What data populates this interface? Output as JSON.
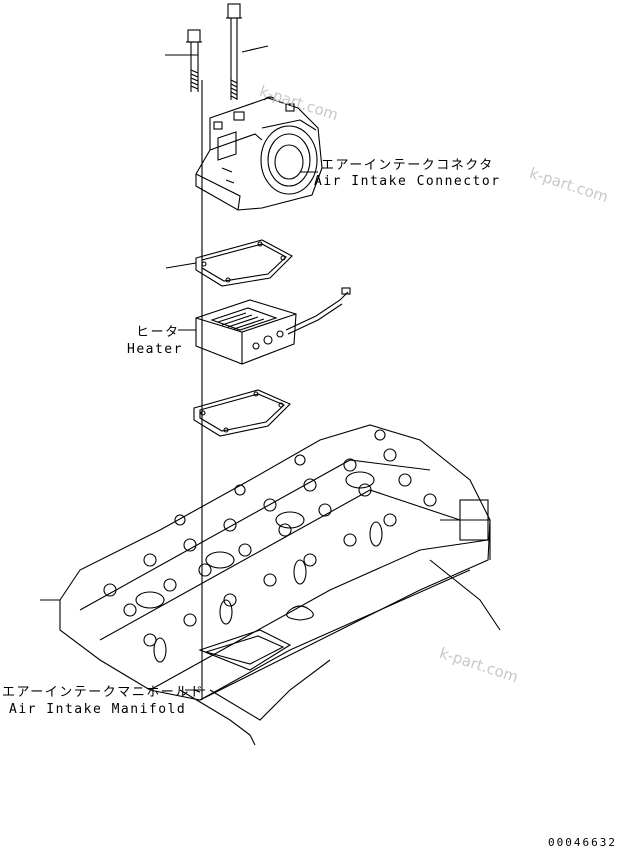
{
  "labels": {
    "connector_jp": "エアーインテークコネクタ",
    "connector_en": "Air Intake Connector",
    "heater_jp": "ヒータ",
    "heater_en": "Heater",
    "manifold_jp": "エアーインテークマニホールド",
    "manifold_en": "Air Intake Manifold"
  },
  "watermarks": [
    "k-part.com",
    "k-part.com",
    "k-part.com"
  ],
  "drawing_code": "00046632",
  "colors": {
    "line": "#000000",
    "watermark": "#c8c8c8",
    "background": "#ffffff"
  }
}
